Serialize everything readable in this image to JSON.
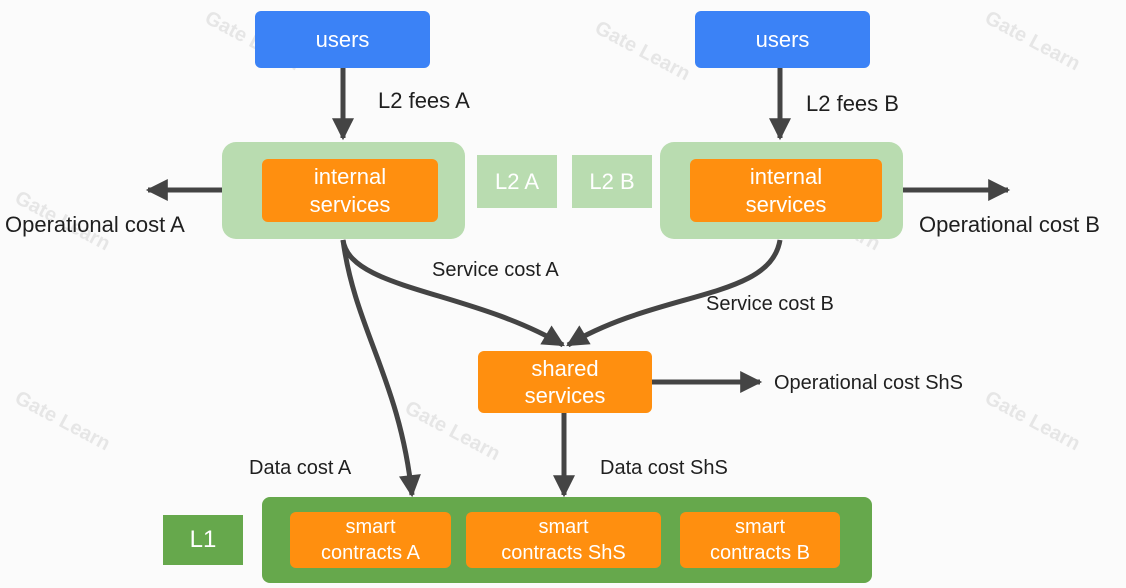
{
  "nodes": {
    "users_a": "users",
    "users_b": "users",
    "internal_a": [
      "internal",
      "services"
    ],
    "internal_b": [
      "internal",
      "services"
    ],
    "l2_a_tag": "L2 A",
    "l2_b_tag": "L2 B",
    "shared": [
      "shared",
      "services"
    ],
    "l1_tag": "L1",
    "contracts_a": [
      "smart",
      "contracts A"
    ],
    "contracts_shs": [
      "smart",
      "contracts ShS"
    ],
    "contracts_b": [
      "smart",
      "contracts B"
    ]
  },
  "edge_labels": {
    "l2_fees_a": "L2 fees A",
    "l2_fees_b": "L2 fees B",
    "op_cost_a": "Operational cost A",
    "op_cost_b": "Operational cost B",
    "service_cost_a": "Service cost A",
    "service_cost_b": "Service cost B",
    "op_cost_shs": "Operational cost ShS",
    "data_cost_a": "Data cost A",
    "data_cost_shs": "Data cost ShS"
  },
  "watermark": "Gate Learn",
  "colors": {
    "users": "#3b82f6",
    "l2": "#b9dcb0",
    "service": "#ff8f0f",
    "l1": "#66a84c",
    "arrow": "#444444"
  }
}
